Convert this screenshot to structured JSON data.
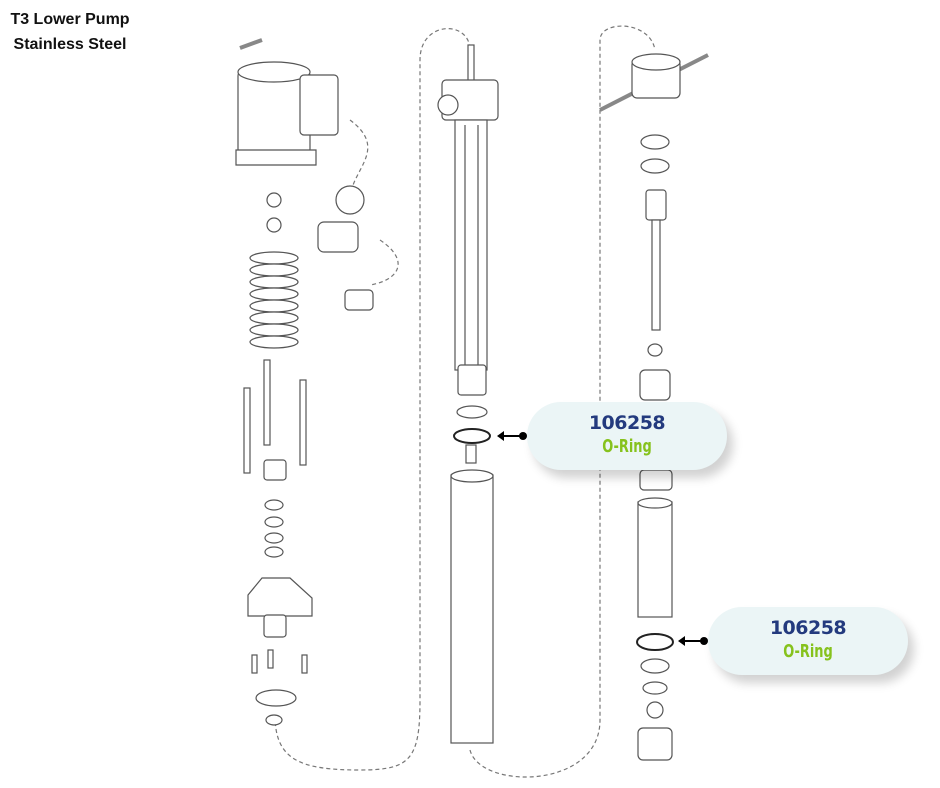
{
  "title": {
    "line1": "T3 Lower Pump",
    "line2": "Stainless Steel"
  },
  "callouts": [
    {
      "part_number": "106258",
      "part_name": "O-Ring"
    },
    {
      "part_number": "106258",
      "part_name": "O-Ring"
    }
  ],
  "colors": {
    "part_number": "#233a7e",
    "part_name": "#86c21d",
    "callout_bg": "#ebf5f6"
  }
}
